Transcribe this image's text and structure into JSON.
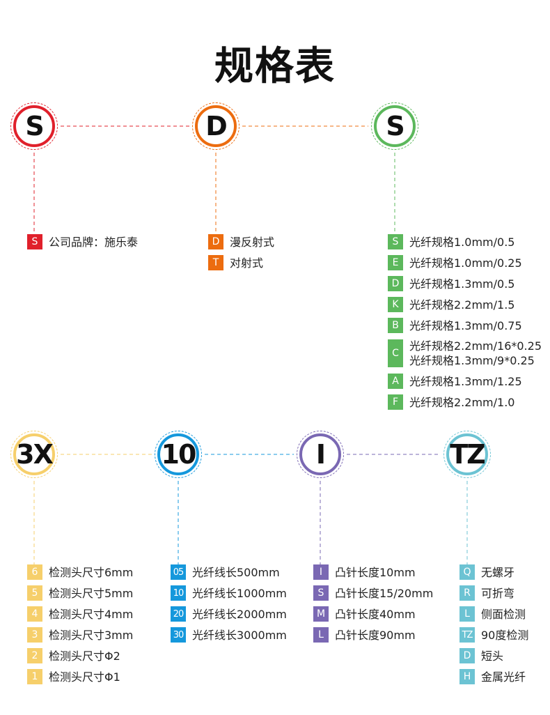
{
  "title": "规格表",
  "groups": [
    {
      "code": "S",
      "color": "#e0202b",
      "items": [
        {
          "badge": "S",
          "text": "公司品牌：施乐泰"
        }
      ]
    },
    {
      "code": "D",
      "color": "#ec6c0f",
      "items": [
        {
          "badge": "D",
          "text": "漫反射式"
        },
        {
          "badge": "T",
          "text": "对射式"
        }
      ]
    },
    {
      "code": "S",
      "color": "#5cb85c",
      "items": [
        {
          "badge": "S",
          "text": "光纤规格1.0mm/0.5"
        },
        {
          "badge": "E",
          "text": "光纤规格1.0mm/0.25"
        },
        {
          "badge": "D",
          "text": "光纤规格1.3mm/0.5"
        },
        {
          "badge": "K",
          "text": "光纤规格2.2mm/1.5"
        },
        {
          "badge": "B",
          "text": "光纤规格1.3mm/0.75"
        },
        {
          "badge": "C",
          "text": "光纤规格2.2mm/16*0.25",
          "text2": "光纤规格1.3mm/9*0.25"
        },
        {
          "badge": "A",
          "text": "光纤规格1.3mm/1.25"
        },
        {
          "badge": "F",
          "text": "光纤规格2.2mm/1.0"
        }
      ]
    },
    {
      "code": "3X",
      "color": "#f6cf6b",
      "items": [
        {
          "badge": "6",
          "text": "检测头尺寸6mm"
        },
        {
          "badge": "5",
          "text": "检测头尺寸5mm"
        },
        {
          "badge": "4",
          "text": "检测头尺寸4mm"
        },
        {
          "badge": "3",
          "text": "检测头尺寸3mm"
        },
        {
          "badge": "2",
          "text": "检测头尺寸Φ2"
        },
        {
          "badge": "1",
          "text": "检测头尺寸Φ1"
        }
      ]
    },
    {
      "code": "10",
      "color": "#1598dc",
      "items": [
        {
          "badge": "05",
          "text": "光纤线长500mm"
        },
        {
          "badge": "10",
          "text": "光纤线长1000mm"
        },
        {
          "badge": "20",
          "text": "光纤线长2000mm"
        },
        {
          "badge": "30",
          "text": "光纤线长3000mm"
        }
      ]
    },
    {
      "code": "I",
      "color": "#7a68b3",
      "items": [
        {
          "badge": "I",
          "text": "凸针长度10mm"
        },
        {
          "badge": "S",
          "text": "凸针长度15/20mm"
        },
        {
          "badge": "M",
          "text": "凸针长度40mm"
        },
        {
          "badge": "L",
          "text": "凸针长度90mm"
        }
      ]
    },
    {
      "code": "TZ",
      "color": "#6cc3d3",
      "items": [
        {
          "badge": "Q",
          "text": "无螺牙"
        },
        {
          "badge": "R",
          "text": "可折弯"
        },
        {
          "badge": "L",
          "text": "侧面检测"
        },
        {
          "badge": "TZ",
          "text": "90度检测"
        },
        {
          "badge": "D",
          "text": "短头"
        },
        {
          "badge": "H",
          "text": "金属光纤"
        }
      ]
    }
  ]
}
